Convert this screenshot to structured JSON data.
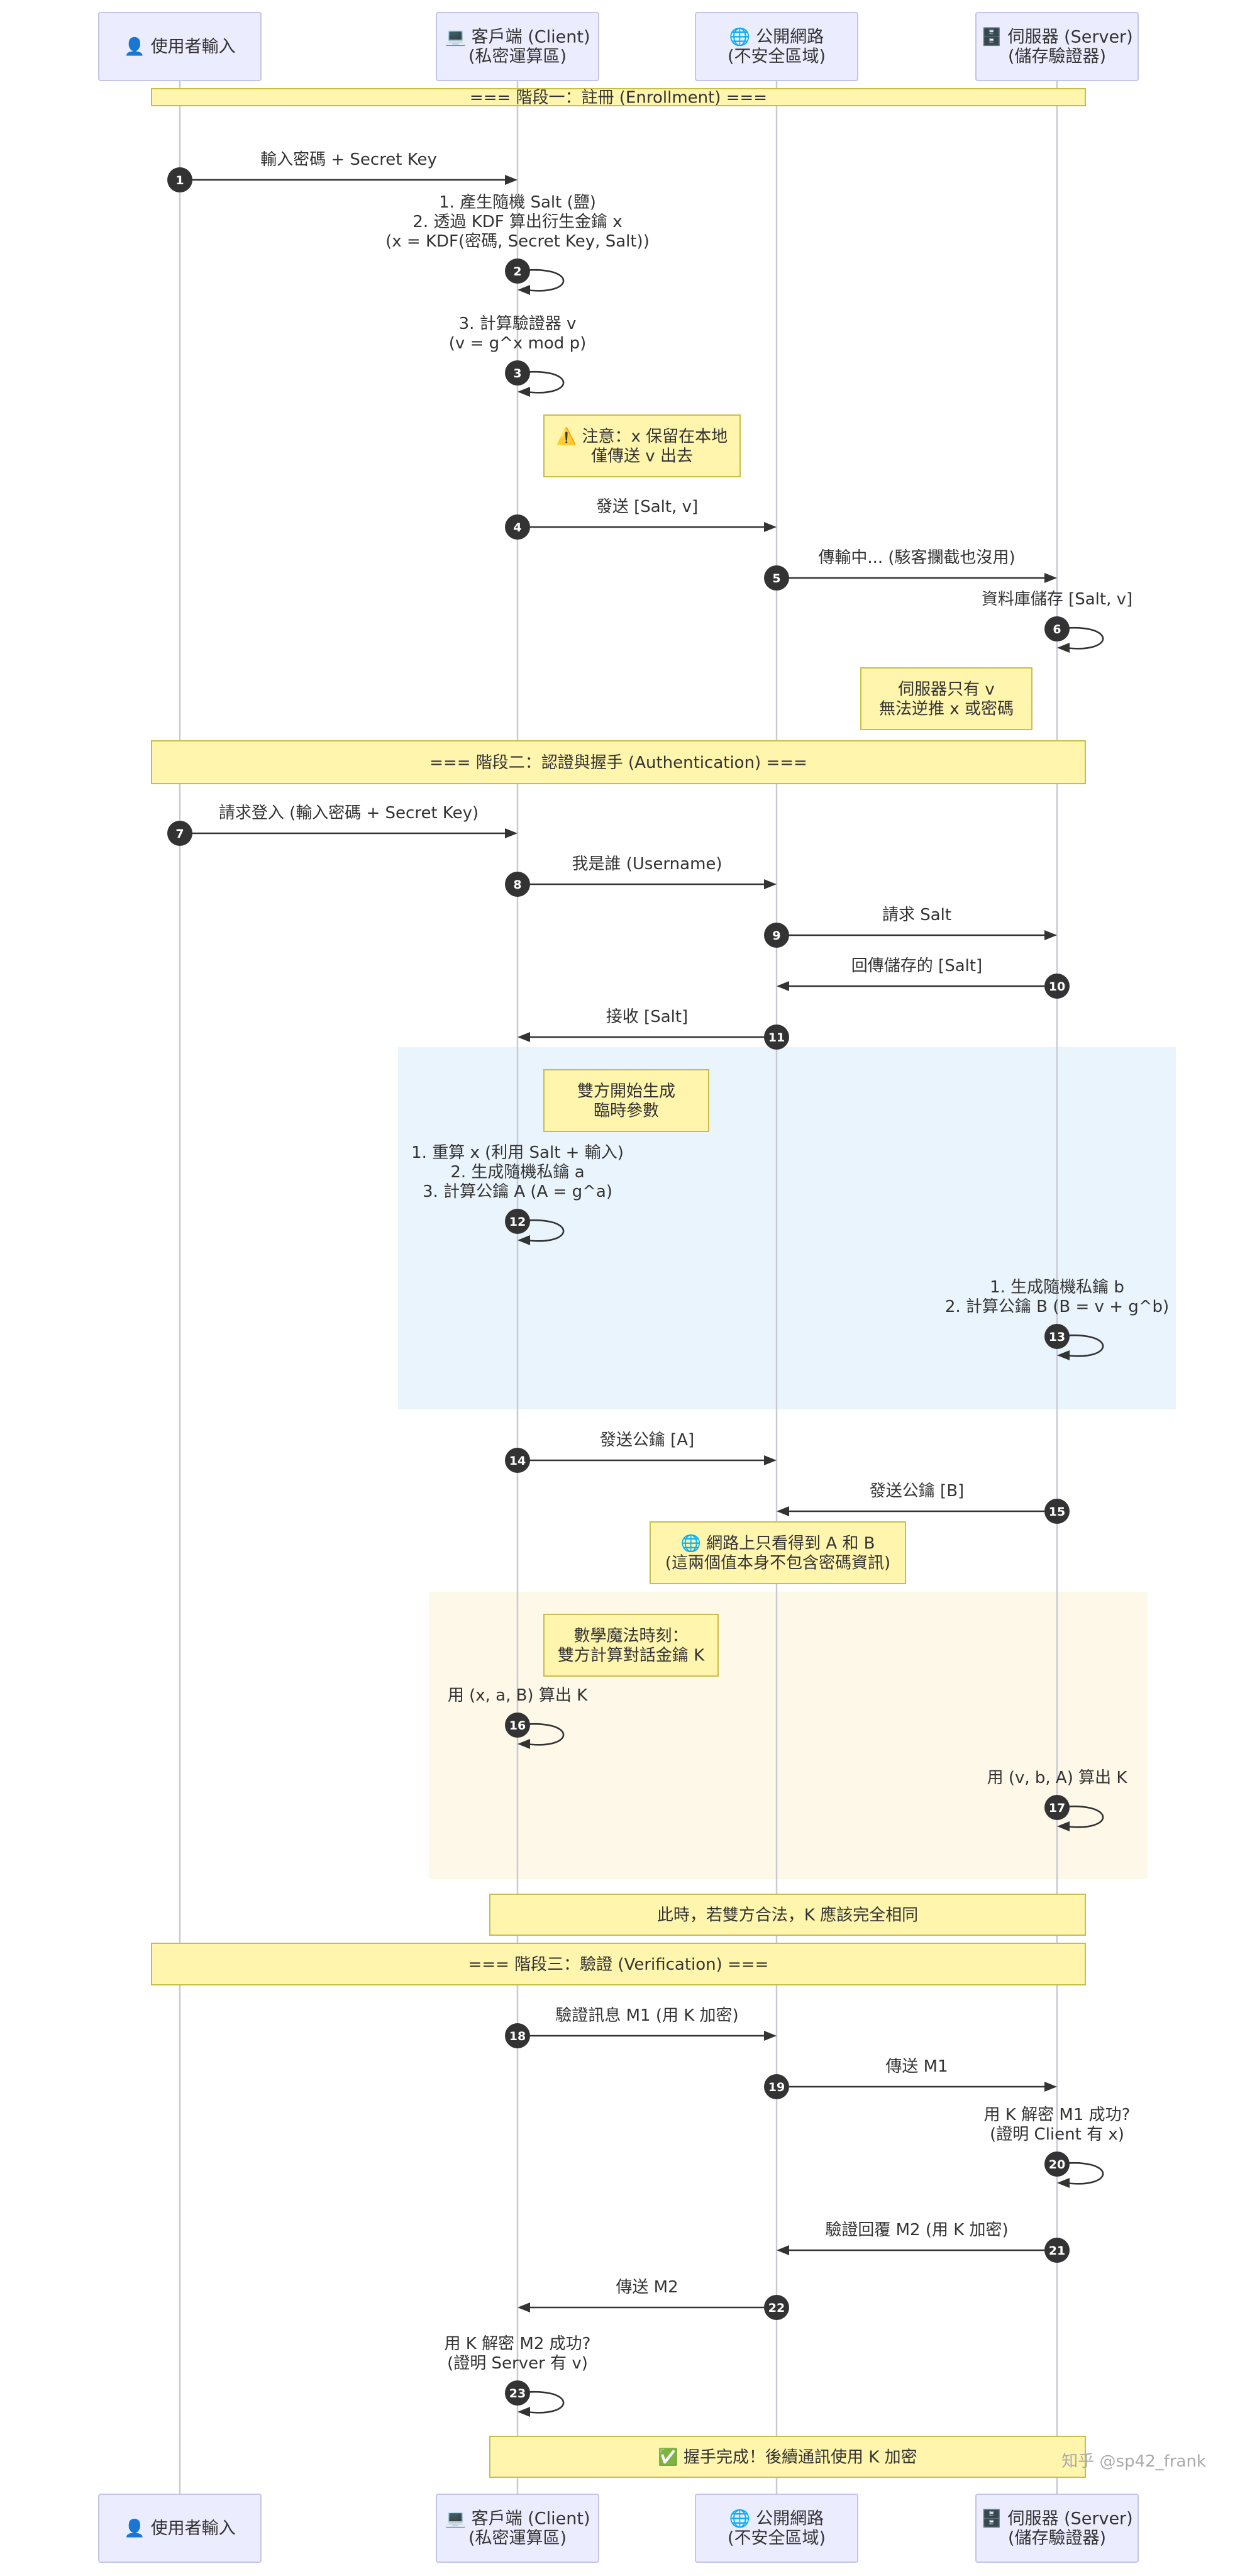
{
  "actors": [
    {
      "id": "user",
      "lines": [
        "👤 使用者輸入"
      ]
    },
    {
      "id": "client",
      "lines": [
        "💻 客戶端 (Client)",
        "(私密運算區)"
      ]
    },
    {
      "id": "net",
      "lines": [
        "🌐 公開網路",
        "(不安全區域)"
      ]
    },
    {
      "id": "server",
      "lines": [
        "🗄️ 伺服器 (Server)",
        "(儲存驗證器)"
      ]
    }
  ],
  "phases": [
    {
      "lines": [
        "=== 階段一：註冊 (Enrollment) ==="
      ]
    },
    {
      "lines": [
        "=== 階段二：認證與握手 (Authentication) ==="
      ]
    },
    {
      "lines": [
        "=== 階段三：驗證 (Verification) ==="
      ]
    }
  ],
  "notes": [
    {
      "lines": [
        "⚠️ 注意：x 保留在本地",
        "僅傳送 v 出去"
      ]
    },
    {
      "lines": [
        "伺服器只有 v",
        "無法逆推 x 或密碼"
      ]
    },
    {
      "lines": [
        "雙方開始生成",
        "臨時參數"
      ]
    },
    {
      "lines": [
        "🌐 網路上只看得到 A 和 B",
        "(這兩個值本身不包含密碼資訊)"
      ]
    },
    {
      "lines": [
        "數學魔法時刻：",
        "雙方計算對話金鑰 K"
      ]
    },
    {
      "lines": [
        "此時，若雙方合法，K 應該完全相同"
      ]
    },
    {
      "lines": [
        "✅ 握手完成！後續通訊使用 K 加密"
      ]
    }
  ],
  "messages": [
    {
      "n": 1,
      "from": "user",
      "to": "client",
      "lines": [
        "輸入密碼 + Secret Key"
      ]
    },
    {
      "n": 2,
      "from": "client",
      "to": "client",
      "lines": [
        "1. 產生隨機 Salt (鹽)",
        "2. 透過 KDF 算出衍生金鑰 x",
        "(x = KDF(密碼, Secret Key, Salt))"
      ]
    },
    {
      "n": 3,
      "from": "client",
      "to": "client",
      "lines": [
        "3. 計算驗證器 v",
        "(v = g^x mod p)"
      ]
    },
    {
      "n": 4,
      "from": "client",
      "to": "net",
      "lines": [
        "發送 [Salt, v]"
      ]
    },
    {
      "n": 5,
      "from": "net",
      "to": "server",
      "lines": [
        "傳輸中... (駭客攔截也沒用)"
      ]
    },
    {
      "n": 6,
      "from": "server",
      "to": "server",
      "lines": [
        "資料庫儲存 [Salt, v]"
      ]
    },
    {
      "n": 7,
      "from": "user",
      "to": "client",
      "lines": [
        "請求登入 (輸入密碼 + Secret Key)"
      ]
    },
    {
      "n": 8,
      "from": "client",
      "to": "net",
      "lines": [
        "我是誰 (Username)"
      ]
    },
    {
      "n": 9,
      "from": "net",
      "to": "server",
      "lines": [
        "請求 Salt"
      ]
    },
    {
      "n": 10,
      "from": "server",
      "to": "net",
      "lines": [
        "回傳儲存的 [Salt]"
      ]
    },
    {
      "n": 11,
      "from": "net",
      "to": "client",
      "lines": [
        "接收 [Salt]"
      ]
    },
    {
      "n": 12,
      "from": "client",
      "to": "client",
      "lines": [
        "1. 重算 x (利用 Salt + 輸入)",
        "2. 生成隨機私鑰 a",
        "3. 計算公鑰 A (A = g^a)"
      ]
    },
    {
      "n": 13,
      "from": "server",
      "to": "server",
      "lines": [
        "1. 生成隨機私鑰 b",
        "2. 計算公鑰 B (B = v + g^b)"
      ]
    },
    {
      "n": 14,
      "from": "client",
      "to": "net",
      "lines": [
        "發送公鑰 [A]"
      ]
    },
    {
      "n": 15,
      "from": "server",
      "to": "net",
      "lines": [
        "發送公鑰 [B]"
      ]
    },
    {
      "n": 16,
      "from": "client",
      "to": "client",
      "lines": [
        "用 (x, a, B) 算出 K"
      ]
    },
    {
      "n": 17,
      "from": "server",
      "to": "server",
      "lines": [
        "用 (v, b, A) 算出 K"
      ]
    },
    {
      "n": 18,
      "from": "client",
      "to": "net",
      "lines": [
        "驗證訊息 M1 (用 K 加密)"
      ]
    },
    {
      "n": 19,
      "from": "net",
      "to": "server",
      "lines": [
        "傳送 M1"
      ]
    },
    {
      "n": 20,
      "from": "server",
      "to": "server",
      "lines": [
        "用 K 解密 M1 成功?",
        "(證明 Client 有 x)"
      ]
    },
    {
      "n": 21,
      "from": "server",
      "to": "net",
      "lines": [
        "驗證回覆 M2 (用 K 加密)"
      ]
    },
    {
      "n": 22,
      "from": "net",
      "to": "client",
      "lines": [
        "傳送 M2"
      ]
    },
    {
      "n": 23,
      "from": "client",
      "to": "client",
      "lines": [
        "用 K 解密 M2 成功?",
        "(證明 Server 有 v)"
      ]
    }
  ],
  "watermark": "知乎 @sp42_frank",
  "colors": {
    "actor_fill": "#ececff",
    "note_fill": "#fff5ad",
    "rect_blue": "#eaf4fc",
    "rect_cream": "#fdf8e8",
    "line": "#333333"
  }
}
